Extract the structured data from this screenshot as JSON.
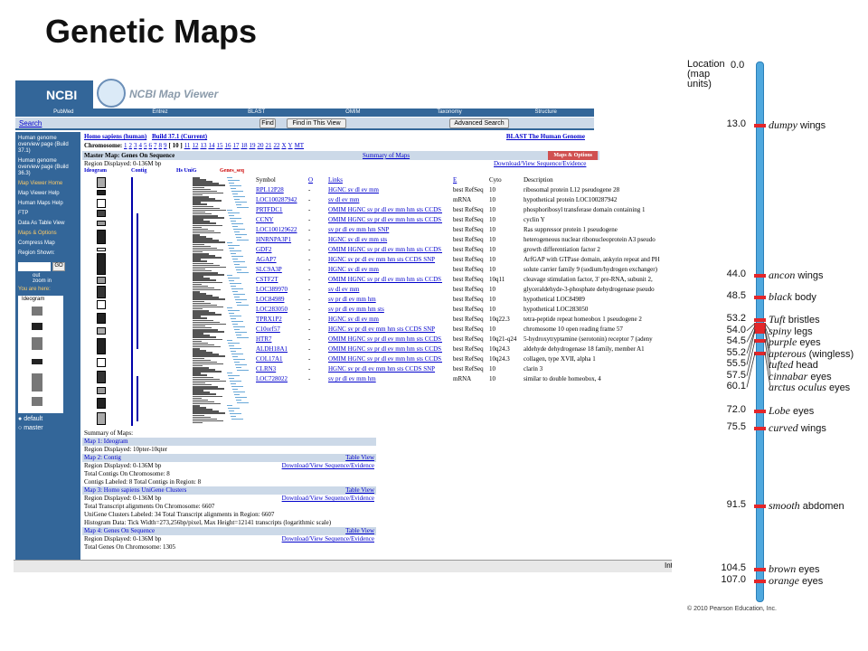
{
  "title": "Genetic Maps",
  "browser": {
    "logo": "NCBI",
    "app_title": "NCBI Map Viewer",
    "topnav": [
      "PubMed",
      "Entrez",
      "BLAST",
      "OMIM",
      "Taxonomy",
      "Structure"
    ],
    "search_link": "Search",
    "find_btn": "Find",
    "find_view_btn": "Find in This View",
    "adv_search_btn": "Advanced Search",
    "sidebar": {
      "links": [
        "Human genome overview page (Build 37.1)",
        "Human genome overview page (Build 36.3)",
        "Map Viewer Home",
        "Map Viewer Help",
        "Human Maps Help",
        "FTP",
        "Data As Table View",
        "Maps & Options",
        "Compress Map",
        "Region Shown:"
      ],
      "go": "GO",
      "zoom_out": "out",
      "zoom_in": "zoom in",
      "you_are_here": "You are here:",
      "ideogram": "Ideogram",
      "radio_default": "default",
      "radio_master": "master"
    },
    "main": {
      "organism": "Homo sapiens (human)",
      "build": "Build 37.1 (Current)",
      "blast_link": "BLAST The Human Genome",
      "chromosome_label": "Chromosome:",
      "chromosomes": [
        "1",
        "2",
        "3",
        "4",
        "5",
        "6",
        "7",
        "8",
        "9",
        "[ 10 ]",
        "11",
        "12",
        "13",
        "14",
        "15",
        "16",
        "17",
        "18",
        "19",
        "20",
        "21",
        "22",
        "X",
        "Y",
        "MT"
      ],
      "master_title": "Master Map: Genes On Sequence",
      "summary_maps": "Summary of Maps",
      "maps_options": "Maps & Options",
      "region": "Region Displayed: 0-136M bp",
      "download_link": "Download/View Sequence/Evidence",
      "col_heads": [
        "Ideogram",
        "Contig",
        "Hs UniG",
        "Genes_seq"
      ],
      "table_headers": [
        "Symbol",
        "O",
        "Links",
        "E",
        "Cyto",
        "Description"
      ],
      "genes": [
        {
          "symbol": "RPL12P28",
          "o": "-",
          "links": "HGNC sv  dl ev mm",
          "e": "best RefSeq",
          "cyto": "10",
          "desc": "ribosomal protein L12 pseudogene 28"
        },
        {
          "symbol": "LOC100287942",
          "o": "-",
          "links": "sv  dl ev mm",
          "e": "mRNA",
          "cyto": "10",
          "desc": "hypothetical protein LOC100287942"
        },
        {
          "symbol": "PRTFDC1",
          "o": "-",
          "links": "OMIM HGNC sv pr dl ev mm hm sts CCDS SNP",
          "e": "best RefSeq",
          "cyto": "10",
          "desc": "phosphoribosyl transferase domain containing 1"
        },
        {
          "symbol": "CCNY",
          "o": "-",
          "links": "OMIM HGNC sv pr dl ev mm hm sts CCDS SNP",
          "e": "best RefSeq",
          "cyto": "10",
          "desc": "cyclin Y"
        },
        {
          "symbol": "LOC100129622",
          "o": "-",
          "links": "sv pr dl ev mm hm  SNP",
          "e": "best RefSeq",
          "cyto": "10",
          "desc": "Ras suppressor protein 1 pseudogene"
        },
        {
          "symbol": "HNRNPA3P1",
          "o": "-",
          "links": "HGNC sv  dl ev mm  sts",
          "e": "best RefSeq",
          "cyto": "10",
          "desc": "heterogeneous nuclear ribonucleoprotein A3 pseudo"
        },
        {
          "symbol": "GDF2",
          "o": "-",
          "links": "OMIM HGNC sv pr dl ev mm hm sts CCDS SNP",
          "e": "best RefSeq",
          "cyto": "10",
          "desc": "growth differentiation factor 2"
        },
        {
          "symbol": "AGAP7",
          "o": "-",
          "links": "HGNC sv pr dl ev mm hm sts CCDS SNP",
          "e": "best RefSeq",
          "cyto": "10",
          "desc": "ArfGAP with GTPase domain, ankyrin repeat and PH"
        },
        {
          "symbol": "SLC9A3P",
          "o": "-",
          "links": "HGNC sv  dl ev mm",
          "e": "best RefSeq",
          "cyto": "10",
          "desc": "solute carrier family 9 (sodium/hydrogen exchanger)"
        },
        {
          "symbol": "CSTF2T",
          "o": "-",
          "links": "OMIM HGNC sv pr dl ev mm hm sts CCDS SNP",
          "e": "best RefSeq",
          "cyto": "10q11",
          "desc": "cleavage stimulation factor, 3' pre-RNA, subunit 2,"
        },
        {
          "symbol": "LOC389970",
          "o": "-",
          "links": "sv  dl ev mm",
          "e": "best RefSeq",
          "cyto": "10",
          "desc": "glyceraldehyde-3-phosphate dehydrogenase pseudo"
        },
        {
          "symbol": "LOC84989",
          "o": "-",
          "links": "sv pr dl ev mm hm",
          "e": "best RefSeq",
          "cyto": "10",
          "desc": "hypothetical LOC84989"
        },
        {
          "symbol": "LOC283050",
          "o": "-",
          "links": "sv pr dl ev mm hm  sts",
          "e": "best RefSeq",
          "cyto": "10",
          "desc": "hypothetical LOC283050"
        },
        {
          "symbol": "TPRX1P2",
          "o": "-",
          "links": "HGNC sv  dl ev mm",
          "e": "best RefSeq",
          "cyto": "10q22.3",
          "desc": "tetra-peptide repeat homeobox 1 pseudogene 2"
        },
        {
          "symbol": "C10orf57",
          "o": "-",
          "links": "HGNC sv pr dl ev mm hm sts CCDS SNP",
          "e": "best RefSeq",
          "cyto": "10",
          "desc": "chromosome 10 open reading frame 57"
        },
        {
          "symbol": "HTR7",
          "o": "-",
          "links": "OMIM HGNC sv pr dl ev mm hm sts CCDS SNP",
          "e": "best RefSeq",
          "cyto": "10q21-q24",
          "desc": "5-hydroxytryptamine (serotonin) receptor 7 (adeny"
        },
        {
          "symbol": "ALDH18A1",
          "o": "-",
          "links": "OMIM HGNC sv pr dl ev mm hm sts CCDS SNP",
          "e": "best RefSeq",
          "cyto": "10q24.3",
          "desc": "aldehyde dehydrogenase 18 family, member A1"
        },
        {
          "symbol": "COL17A1",
          "o": "-",
          "links": "OMIM HGNC sv pr dl ev mm hm sts CCDS SNP",
          "e": "best RefSeq",
          "cyto": "10q24.3",
          "desc": "collagen, type XVII, alpha 1"
        },
        {
          "symbol": "CLRN3",
          "o": "-",
          "links": "HGNC sv pr dl ev mm hm sts CCDS SNP",
          "e": "best RefSeq",
          "cyto": "10",
          "desc": "clarin 3"
        },
        {
          "symbol": "LOC728022",
          "o": "-",
          "links": "sv pr dl ev mm hm",
          "e": "mRNA",
          "cyto": "10",
          "desc": "similar to double homeobox, 4"
        }
      ]
    },
    "summary": [
      {
        "text": "Summary of Maps:",
        "band": false,
        "link": ""
      },
      {
        "text": "Map 1: Ideogram",
        "band": true,
        "link": ""
      },
      {
        "text": "Region Displayed: 10pter-10qter",
        "band": false,
        "link": ""
      },
      {
        "text": "Map 2: Contig",
        "band": true,
        "link": "Table View"
      },
      {
        "text": "Region Displayed: 0-136M bp",
        "band": false,
        "link": "Download/View Sequence/Evidence"
      },
      {
        "text": "Total Contigs On Chromosome: 8",
        "band": false,
        "link": ""
      },
      {
        "text": "Contigs Labeled: 8 Total Contigs in Region: 8",
        "band": false,
        "link": ""
      },
      {
        "text": "Map 3: Homo sapiens UniGene Clusters",
        "band": true,
        "link": "Table View"
      },
      {
        "text": "Region Displayed: 0-136M bp",
        "band": false,
        "link": "Download/View Sequence/Evidence"
      },
      {
        "text": "Total Transcript alignments On Chromosome: 6607",
        "band": false,
        "link": ""
      },
      {
        "text": "UniGene Clusters Labeled: 34 Total Transcript alignments in Region: 6607",
        "band": false,
        "link": ""
      },
      {
        "text": "Histogram Data: Tick Width=273,256bp/pixel, Max Height=12141 transcripts (logarithmic scale)",
        "band": false,
        "link": ""
      },
      {
        "text": "Map 4: Genes On Sequence",
        "band": true,
        "link": "Table View"
      },
      {
        "text": "Region Displayed: 0-136M bp",
        "band": false,
        "link": "Download/View Sequence/Evidence"
      },
      {
        "text": "Total Genes On Chromosome: 1305",
        "band": false,
        "link": ""
      }
    ],
    "status_text": "Inte"
  },
  "genetic_map": {
    "location_label": "Location (map units)",
    "loci": [
      {
        "pos": "0.0",
        "name": ""
      },
      {
        "pos": "13.0",
        "name": "dumpy",
        "suffix": " wings"
      },
      {
        "pos": "44.0",
        "name": "ancon",
        "suffix": " wings"
      },
      {
        "pos": "48.5",
        "name": "black",
        "suffix": " body"
      },
      {
        "pos": "53.2",
        "name": "Tuft",
        "suffix": " bristles"
      },
      {
        "pos": "54.0",
        "name": "spiny",
        "suffix": " legs"
      },
      {
        "pos": "54.5",
        "name": "purple",
        "suffix": " eyes"
      },
      {
        "pos": "55.2",
        "name": "apterous",
        "suffix": " (wingless)"
      },
      {
        "pos": "55.5",
        "name": "tufted",
        "suffix": " head"
      },
      {
        "pos": "57.5",
        "name": "cinnabar",
        "suffix": " eyes"
      },
      {
        "pos": "60.1",
        "name": "arctus oculus",
        "suffix": " eyes"
      },
      {
        "pos": "72.0",
        "name": "Lobe",
        "suffix": " eyes"
      },
      {
        "pos": "75.5",
        "name": "curved",
        "suffix": " wings"
      },
      {
        "pos": "91.5",
        "name": "smooth",
        "suffix": " abdomen"
      },
      {
        "pos": "104.5",
        "name": "brown",
        "suffix": " eyes"
      },
      {
        "pos": "107.0",
        "name": "orange",
        "suffix": " eyes"
      }
    ],
    "bar_color": "#4fa8de",
    "tick_color": "#e3262a"
  },
  "copyright": "© 2010 Pearson Education, Inc."
}
